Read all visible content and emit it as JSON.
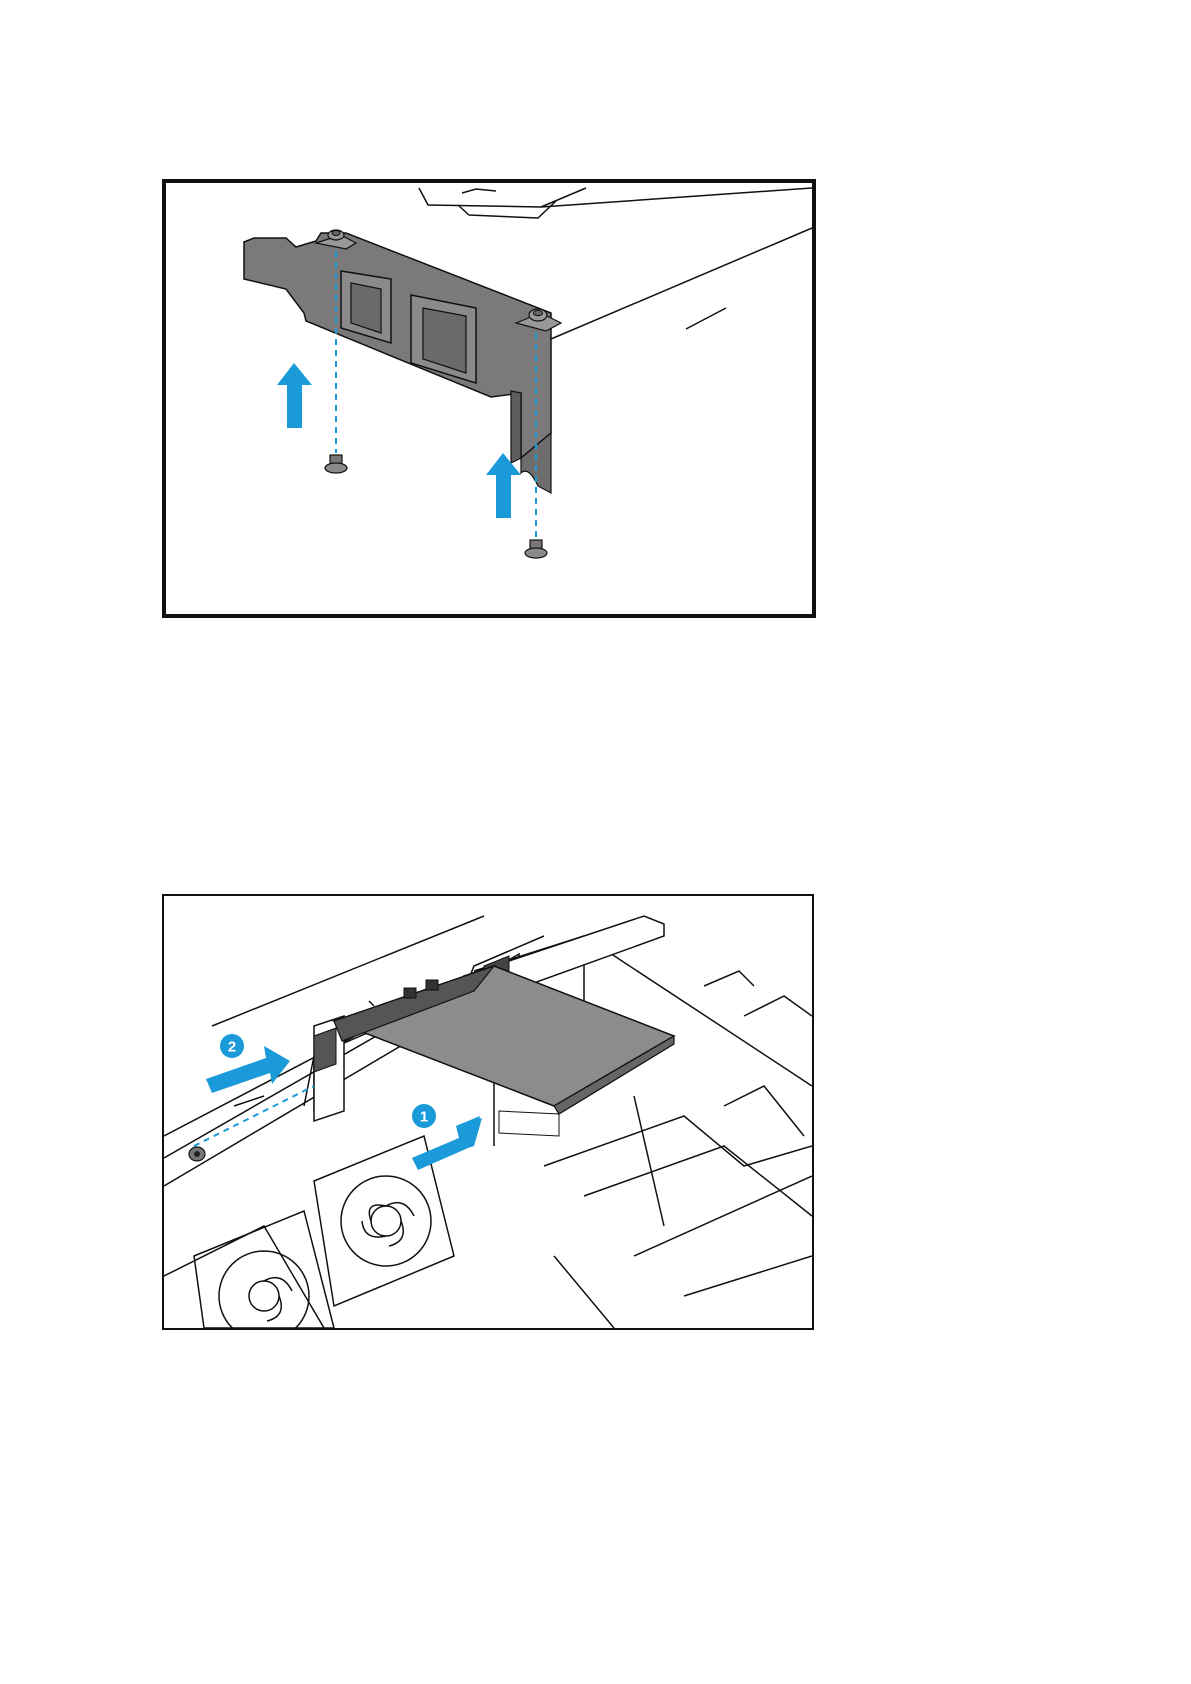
{
  "figures": [
    {
      "id": "bracket-removal",
      "colors": {
        "arrow": "#1a9ad9",
        "bracket": "#7a7a7a",
        "line": "#111111",
        "guide": "#1a9ad9"
      }
    },
    {
      "id": "card-installation",
      "colors": {
        "arrow": "#1a9ad9",
        "card": "#8c8c8c",
        "line": "#111111",
        "badge": "#1a9ad9"
      },
      "steps": [
        "1",
        "2"
      ]
    }
  ]
}
